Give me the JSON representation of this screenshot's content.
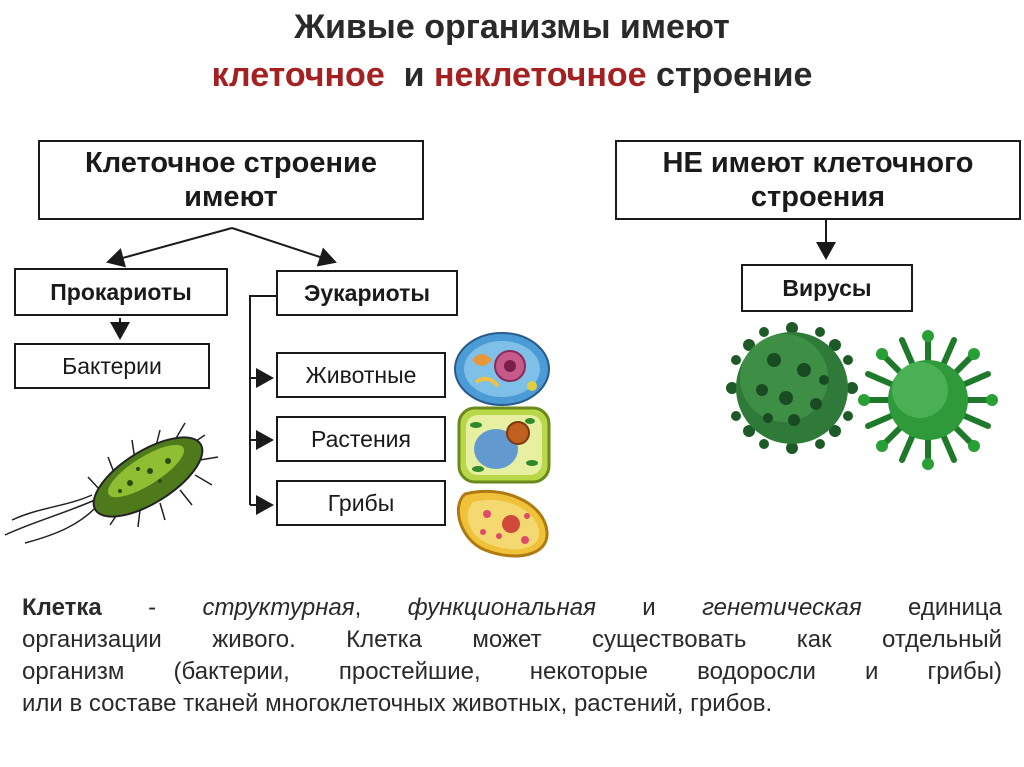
{
  "title": {
    "line1": "Живые организмы имеют",
    "line2_a": "клеточное",
    "line2_b": "и",
    "line2_c": "неклеточное",
    "line2_d": "строение"
  },
  "cellular": {
    "header_line1": "Клеточное строение",
    "header_line2": "имеют",
    "prokaryotes": "Прокариоты",
    "bacteria": "Бактерии",
    "eukaryotes": "Эукариоты",
    "animals": "Животные",
    "plants": "Растения",
    "fungi": "Грибы"
  },
  "noncellular": {
    "header_line1": "НЕ имеют  клеточного",
    "header_line2": "строения",
    "viruses": "Вирусы"
  },
  "definition": {
    "term": "Клетка",
    "dash": " - ",
    "w1": "структурная",
    "c1": ", ",
    "w2": "функциональная",
    "c2": " и ",
    "w3": "генетическая",
    "c3": " единица",
    "line2": "организации живого. Клетка может существовать как отдельный",
    "line3": "организм (бактерии, простейшие, некоторые водоросли и грибы)",
    "line4": "или в составе тканей многоклеточных животных, растений, грибов."
  },
  "colors": {
    "title_red": "#a52020",
    "virus_green": "#2f8a3a",
    "bacteria_green": "#6a9a2a"
  }
}
